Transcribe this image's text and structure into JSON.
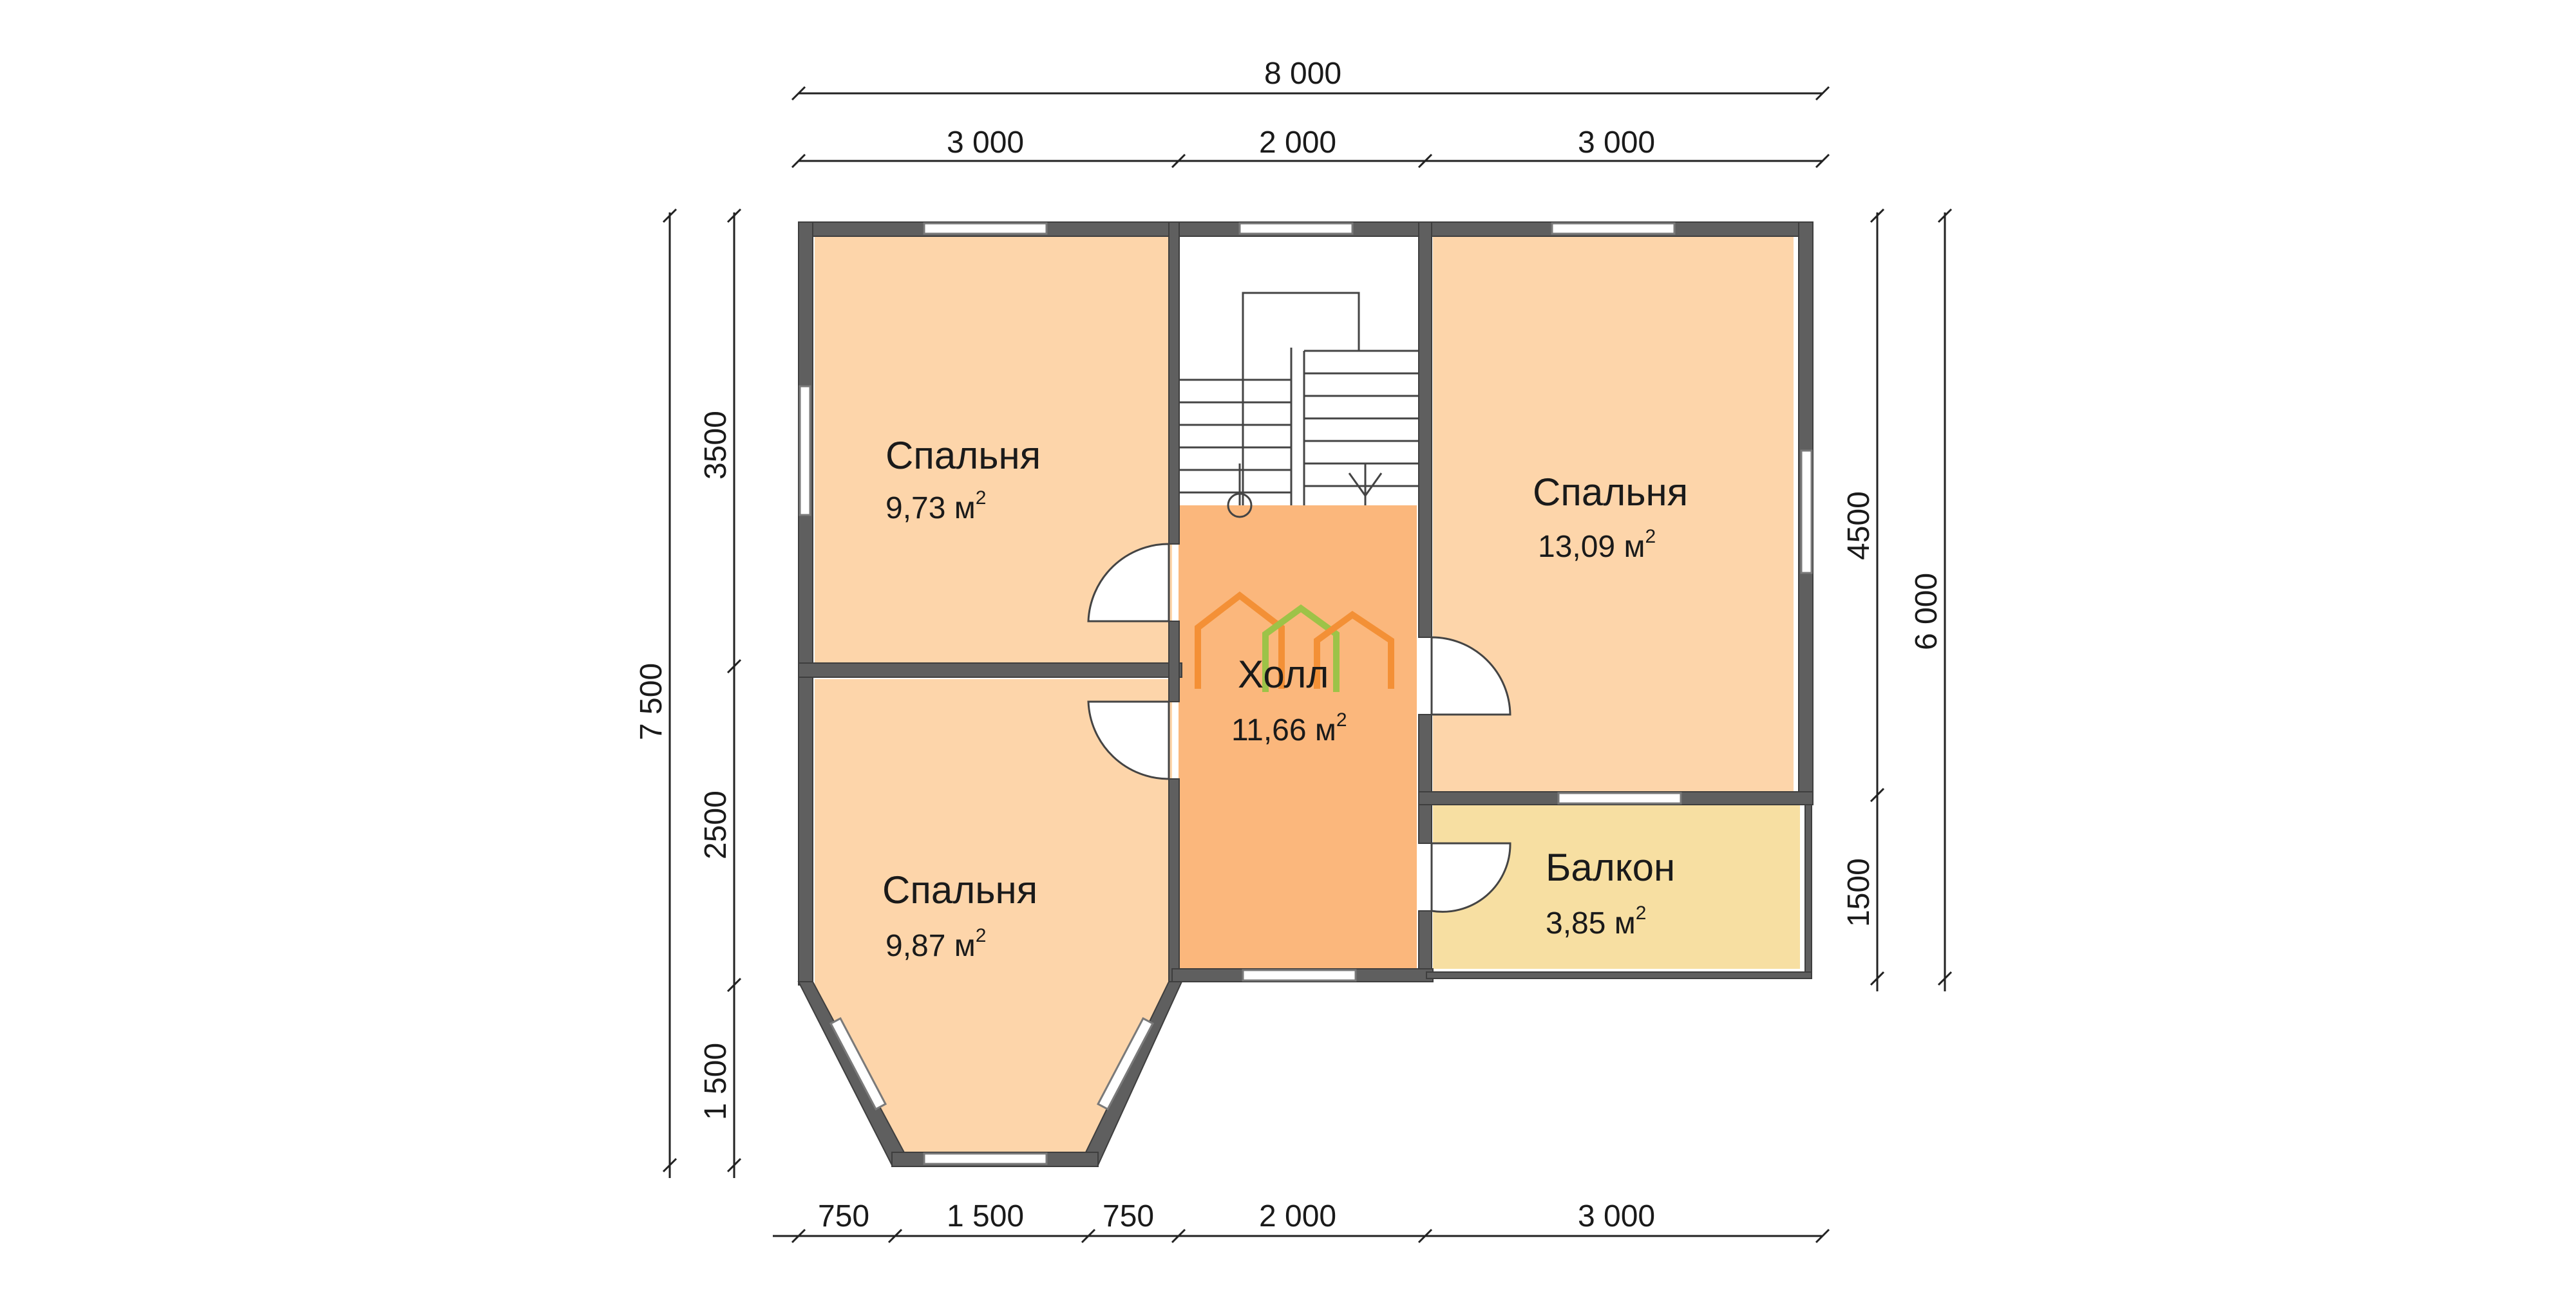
{
  "dimensions": {
    "top_total": "8 000",
    "top_parts": [
      "3 000",
      "2 000",
      "3 000"
    ],
    "bottom_parts": [
      "750",
      "1 500",
      "750",
      "2 000",
      "3 000"
    ],
    "left_total": "7 500",
    "left_parts": [
      "3500",
      "2500",
      "1 500"
    ],
    "right_total": "6 000",
    "right_parts": [
      "4500",
      "1500"
    ]
  },
  "rooms": [
    {
      "name": "Спальня",
      "area": "9,73 м",
      "unit_power": "2",
      "color": "#fdd5aa"
    },
    {
      "name": "Спальня",
      "area": "13,09 м",
      "unit_power": "2",
      "color": "#fdd5aa"
    },
    {
      "name": "Спальня",
      "area": "9,87 м",
      "unit_power": "2",
      "color": "#fdd5aa"
    },
    {
      "name": "Холл",
      "area": "11,66 м",
      "unit_power": "2",
      "color": "#fbb77c"
    },
    {
      "name": "Балкон",
      "area": "3,85 м",
      "unit_power": "2",
      "color": "#f7dfa2"
    }
  ],
  "colors": {
    "wall": "#5f5f5f",
    "logo_orange": "#f28a2a",
    "logo_green": "#8dc63f"
  },
  "logo": {
    "icon": "house-logo-icon"
  }
}
